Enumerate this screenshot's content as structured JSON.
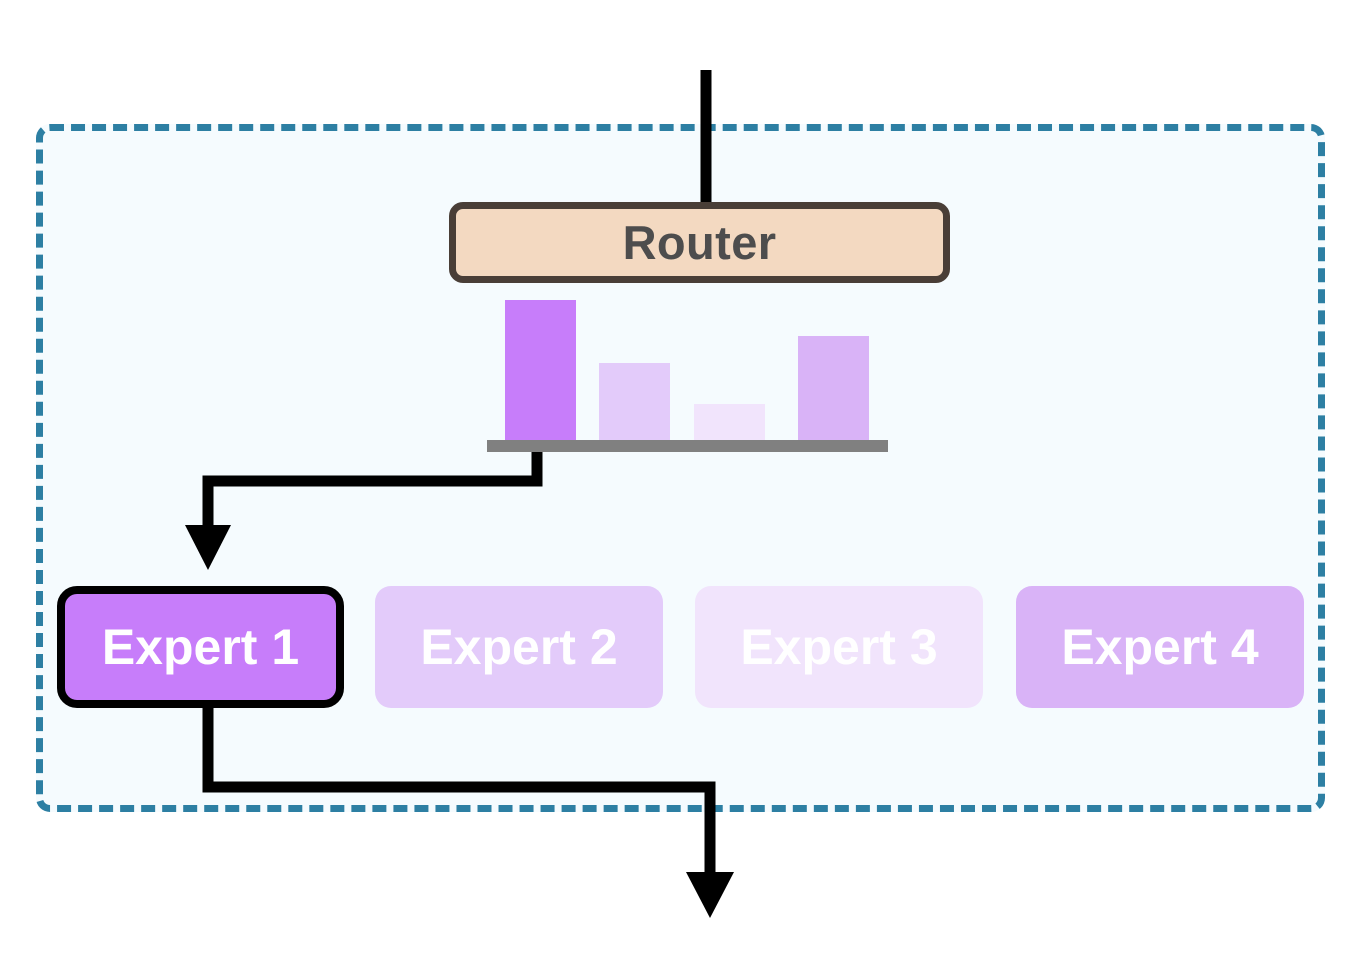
{
  "diagram": {
    "title": "mixture-of-experts-routing",
    "container": {
      "name": "moe-block",
      "border_color": "#2d7fa3",
      "fill_color": "#f5fbfe",
      "style": "dashed"
    },
    "router": {
      "label": "Router",
      "fill_color": "#f3d9c1",
      "border_color": "#493e37",
      "text_color": "#4d4d4d"
    },
    "chart_data": {
      "type": "bar",
      "title": "Router gating weights",
      "categories": [
        "Expert 1",
        "Expert 2",
        "Expert 3",
        "Expert 4"
      ],
      "values": [
        1.0,
        0.55,
        0.26,
        0.74
      ],
      "bar_colors": [
        "#c77dfa",
        "#e3cbfa",
        "#f1e4fc",
        "#d9b3f7"
      ],
      "baseline_color": "#808080",
      "xlabel": "",
      "ylabel": "",
      "ylim": [
        0,
        1
      ],
      "grid": false,
      "legend": "none"
    },
    "experts": [
      {
        "label": "Expert 1",
        "fill_color": "#c77dfa",
        "selected": true
      },
      {
        "label": "Expert 2",
        "fill_color": "#e3cbfa",
        "selected": false
      },
      {
        "label": "Expert 3",
        "fill_color": "#f1e4fc",
        "selected": false
      },
      {
        "label": "Expert 4",
        "fill_color": "#d9b3f7",
        "selected": false
      }
    ],
    "connectors": {
      "input_line": "input-to-router",
      "route_arrow": "router-to-expert-1",
      "output_arrow": "expert-1-to-output",
      "color": "#000000"
    }
  }
}
